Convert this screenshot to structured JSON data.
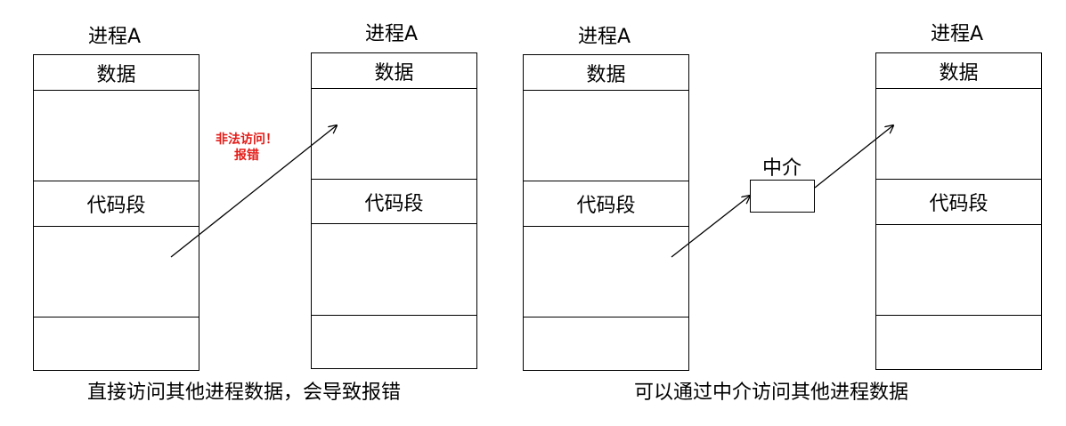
{
  "left_diagram": {
    "proc1": {
      "title": "进程A",
      "segments": {
        "data": "数据",
        "code": "代码段"
      }
    },
    "proc2": {
      "title": "进程A",
      "segments": {
        "data": "数据",
        "code": "代码段"
      }
    },
    "warning_line1": "非法访问！",
    "warning_line2": "报错",
    "caption": "直接访问其他进程数据，会导致报错"
  },
  "right_diagram": {
    "proc1": {
      "title": "进程A",
      "segments": {
        "data": "数据",
        "code": "代码段"
      }
    },
    "proc2": {
      "title": "进程A",
      "segments": {
        "data": "数据",
        "code": "代码段"
      }
    },
    "intermediary_label": "中介",
    "caption": "可以通过中介访问其他进程数据"
  },
  "colors": {
    "warning": "#e41b17",
    "line": "#000000"
  }
}
